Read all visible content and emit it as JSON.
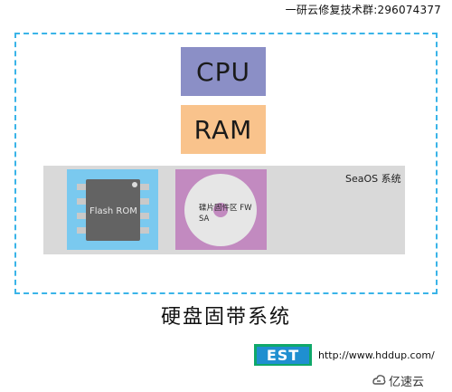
{
  "header": {
    "note": "一研云修复技术群:296074377"
  },
  "diagram": {
    "cpu_label": "CPU",
    "ram_label": "RAM",
    "firmware_os_label": "SeaOS 系统",
    "flash_rom_label": "Flash ROM",
    "platter_label": "碟片固件区 FW SA",
    "caption": "硬盘固带系统"
  },
  "footer": {
    "logo_text": "EST",
    "url": "http://www.hddup.com/",
    "brand": "亿速云"
  },
  "colors": {
    "frame_dash": "#3ab4e8",
    "cpu": "#8b8fc6",
    "ram": "#f9c38c",
    "band": "#d9d9d9",
    "flash_panel": "#7ac9ef",
    "platter_panel": "#c28ac0",
    "logo_green": "#0fa86a",
    "logo_blue": "#1f8fd0"
  },
  "icons": [
    "chip-icon",
    "disk-platter-icon",
    "cloud-logo-icon"
  ]
}
